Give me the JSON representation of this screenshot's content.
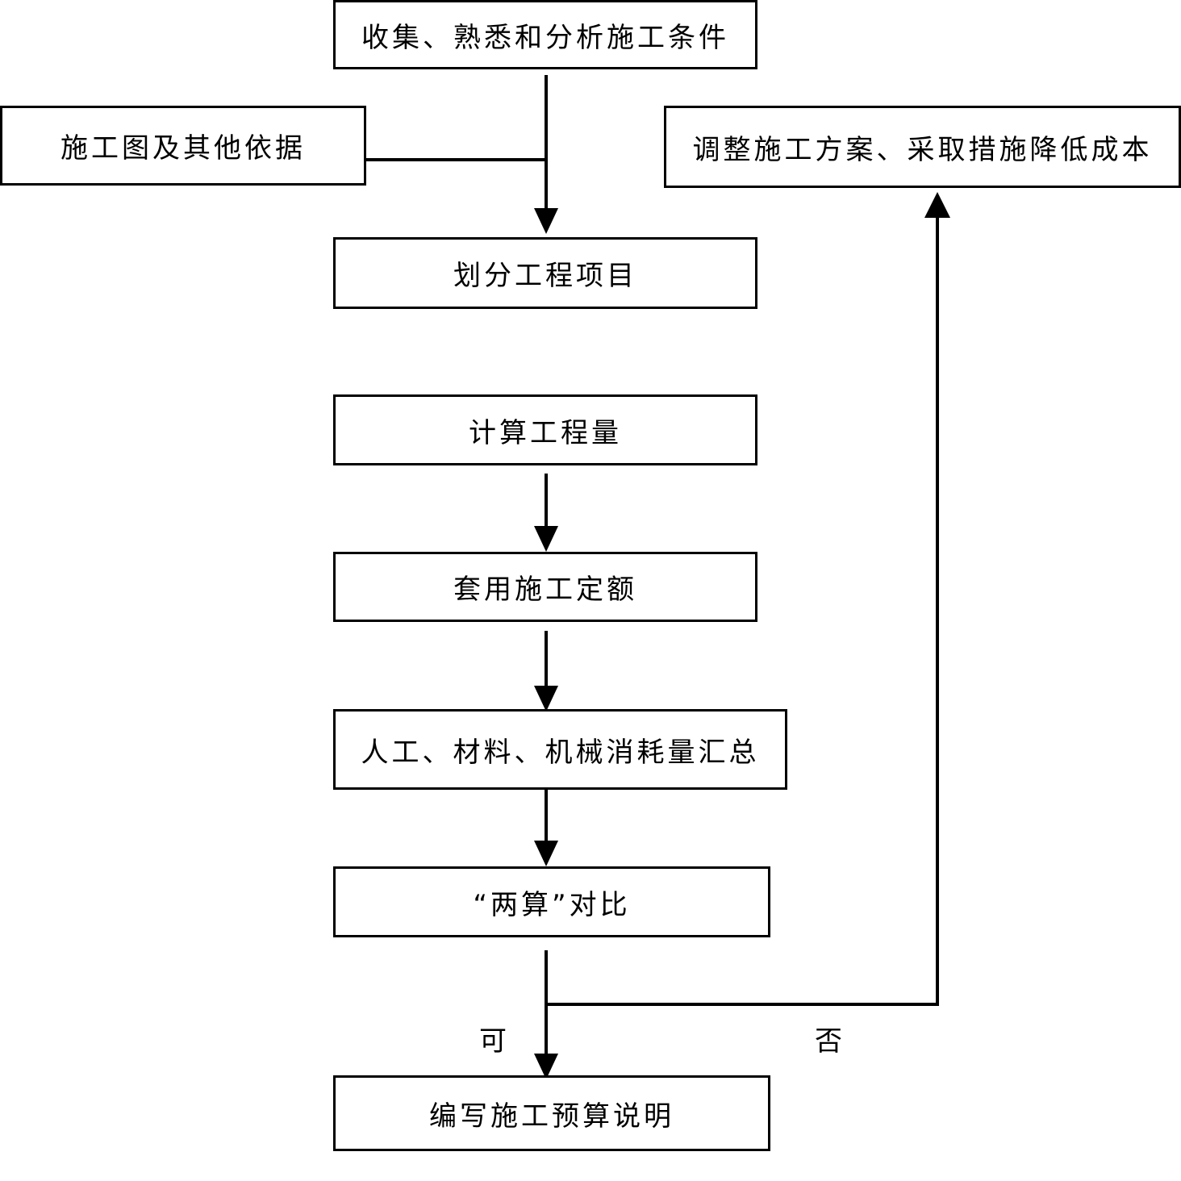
{
  "nodes": {
    "collect": "收集、熟悉和分析施工条件",
    "drawings": "施工图及其他依据",
    "adjust": "调整施工方案、采取措施降低成本",
    "divide": "划分工程项目",
    "calculate": "计算工程量",
    "apply_quota": "套用施工定额",
    "summary": "人工、材料、机械消耗量汇总",
    "compare": "“两算”对比",
    "write": "编写施工预算说明"
  },
  "edge_labels": {
    "yes": "可",
    "no": "否"
  },
  "colors": {
    "line": "#000000",
    "box_border": "#000000",
    "background": "#ffffff"
  }
}
